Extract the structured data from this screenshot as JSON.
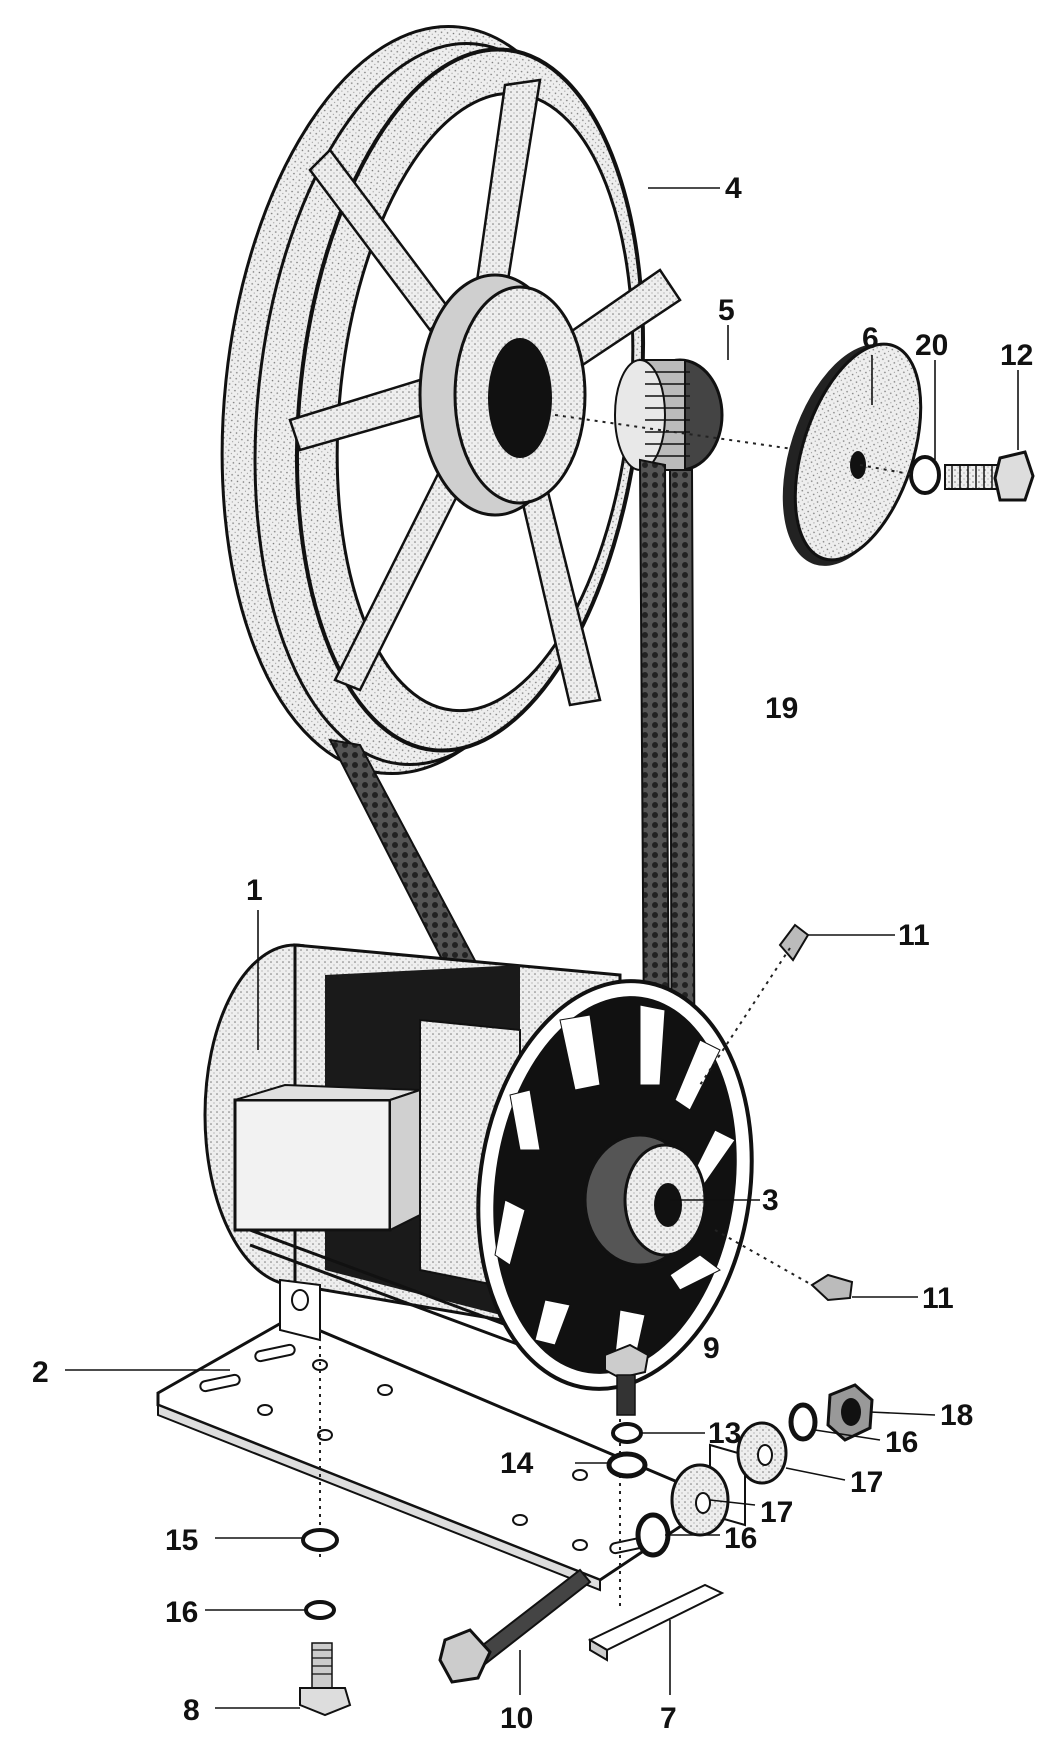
{
  "diagram": {
    "callouts": {
      "c1": "1",
      "c2": "2",
      "c3": "3",
      "c4": "4",
      "c5": "5",
      "c6": "6",
      "c7": "7",
      "c8": "8",
      "c9": "9",
      "c10": "10",
      "c11a": "11",
      "c11b": "11",
      "c12": "12",
      "c13": "13",
      "c14": "14",
      "c15": "15",
      "c16a": "16",
      "c16b": "16",
      "c16c": "16",
      "c17a": "17",
      "c17b": "17",
      "c18": "18",
      "c19": "19",
      "c20": "20"
    },
    "colors": {
      "ink": "#111111",
      "metal": "#d9d9d9",
      "shadow": "#3a3a3a",
      "paper": "#ffffff"
    }
  }
}
